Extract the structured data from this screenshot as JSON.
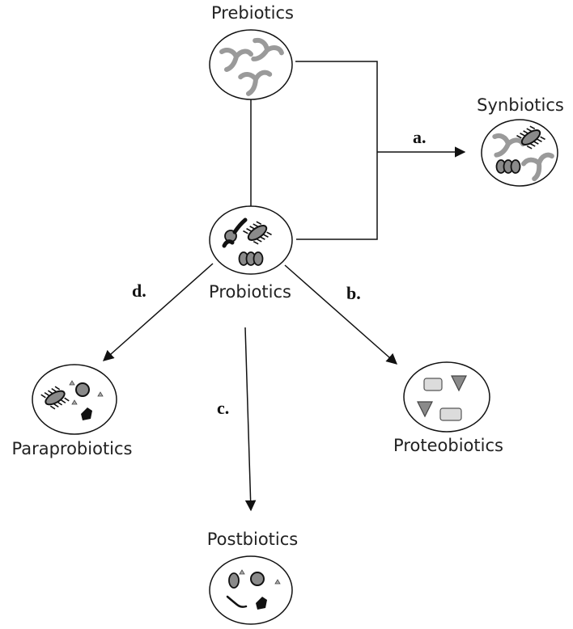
{
  "nodes": {
    "prebiotics": "Prebiotics",
    "synbiotics": "Synbiotics",
    "probiotics": "Probiotics",
    "paraprobiotics": "Paraprobiotics",
    "proteobiotics": "Proteobiotics",
    "postbiotics": "Postbiotics"
  },
  "edges": {
    "a": "a.",
    "b": "b.",
    "c": "c.",
    "d": "d."
  },
  "colors": {
    "line": "#111111",
    "grey_fill": "#9a9a9a",
    "light_fill": "#dcdcdc",
    "dark_fill": "#111111"
  }
}
